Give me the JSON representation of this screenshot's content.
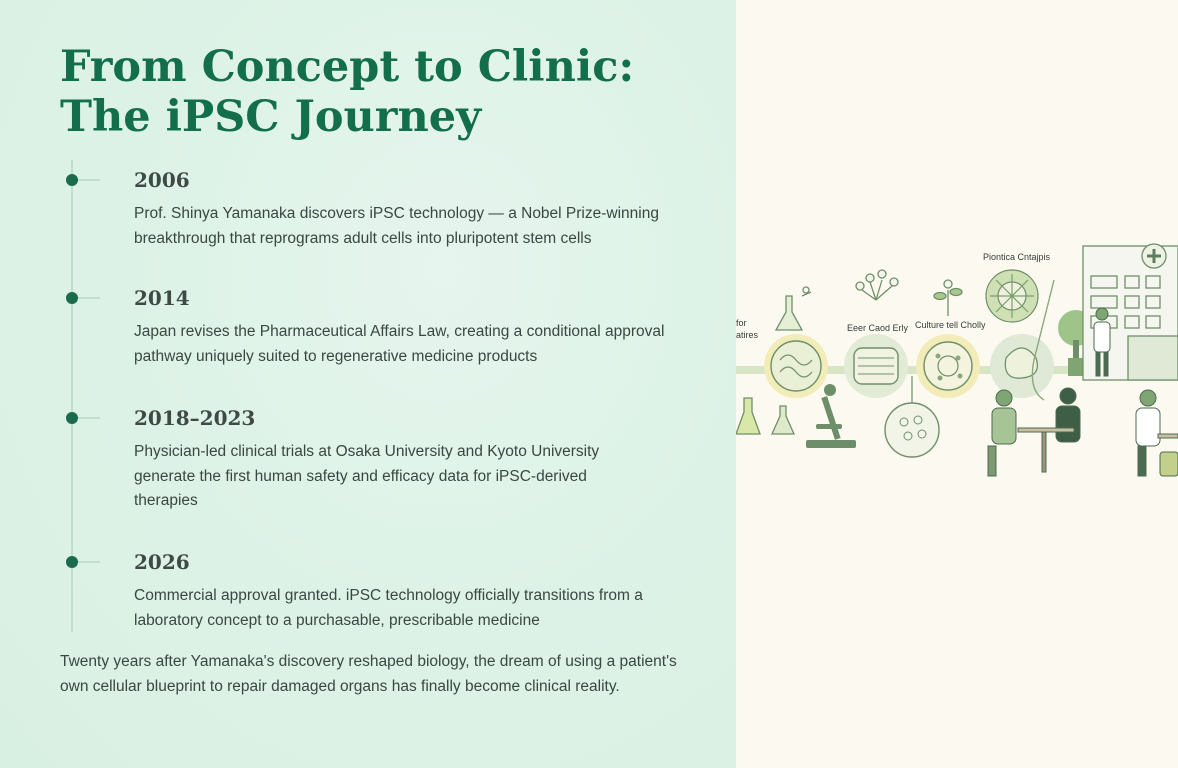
{
  "title": "From Concept to Clinic: The iPSC Journey",
  "timeline": [
    {
      "year": "2006",
      "text": "Prof. Shinya Yamanaka discovers iPSC technology — a Nobel Prize-winning breakthrough that reprograms adult cells into pluripotent stem cells"
    },
    {
      "year": "2014",
      "text": "Japan revises the Pharmaceutical Affairs Law, creating a conditional approval pathway uniquely suited to regenerative medicine products"
    },
    {
      "year": "2018–2023",
      "text": "Physician-led clinical trials at Osaka University and Kyoto University generate the first human safety and efficacy data for iPSC-derived therapies"
    },
    {
      "year": "2026",
      "text": "Commercial approval granted. iPSC technology officially transitions from a laboratory concept to a purchasable, prescribable medicine"
    }
  ],
  "closing": "Twenty years after Yamanaka's discovery reshaped biology, the dream of using a patient's own cellular blueprint to repair damaged organs has finally become clinical reality.",
  "illustration": {
    "labels": [
      "Piontica Cntajpis",
      "Eeer Caod Erly",
      "Culture tell Cholly"
    ],
    "partial_labels": [
      "for",
      "atires"
    ]
  },
  "colors": {
    "accent": "#136e4c",
    "dot": "#1a6c4d",
    "line": "#c1ded0",
    "illus_green": "#7fa672",
    "illus_cream": "#f2ecb8"
  }
}
